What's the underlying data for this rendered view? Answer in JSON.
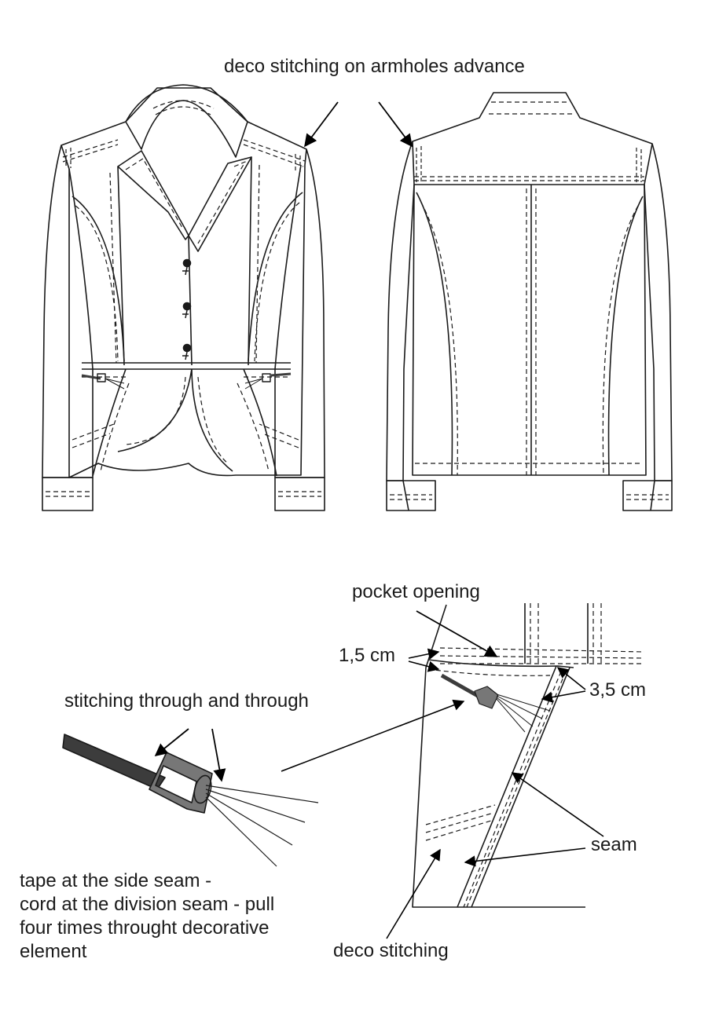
{
  "labels": {
    "armholes": "deco stitching on armholes advance",
    "pocket_opening": "pocket opening",
    "dim_1_5": "1,5 cm",
    "dim_3_5": "3,5 cm",
    "stitching_through": "stitching through and through",
    "seam": "seam",
    "deco_stitching": "deco stitching",
    "tape_note": [
      "tape at the side seam -",
      "cord at the division seam - pull",
      "four times throught decorative",
      "element"
    ]
  },
  "colors": {
    "line": "#1a1a1a",
    "tape": "#3c3c3c",
    "buckle": "#777777",
    "background": "#ffffff"
  }
}
